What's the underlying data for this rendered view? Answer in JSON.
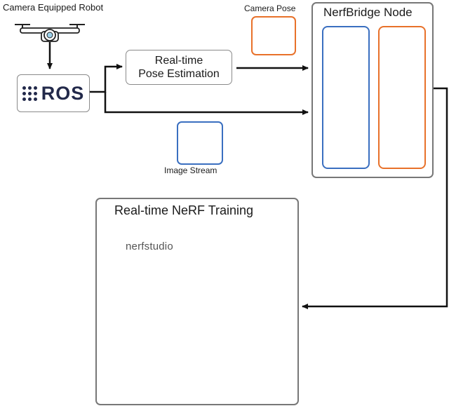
{
  "robot_label": "Camera Equipped Robot",
  "ros_label": "ROS",
  "pose_estimation": {
    "line1": "Real-time",
    "line2": "Pose Estimation"
  },
  "camera_pose_label": "Camera Pose",
  "image_stream_label": "Image Stream",
  "node_title": "NerfBridge Node",
  "training_title": "Real-time NeRF Training",
  "nerfstudio_label": "nerfstudio",
  "colors": {
    "image_border": "#3a6fc0",
    "pose_border": "#e8712a",
    "box_border": "#8a8a8a",
    "ros_text": "#22294a"
  },
  "icons": [
    "drone-icon",
    "ros-logo-icon",
    "camera-frustum-icon",
    "building-image-icon",
    "bulldozer-icon",
    "building-icon",
    "vertical-ellipsis-icon"
  ]
}
